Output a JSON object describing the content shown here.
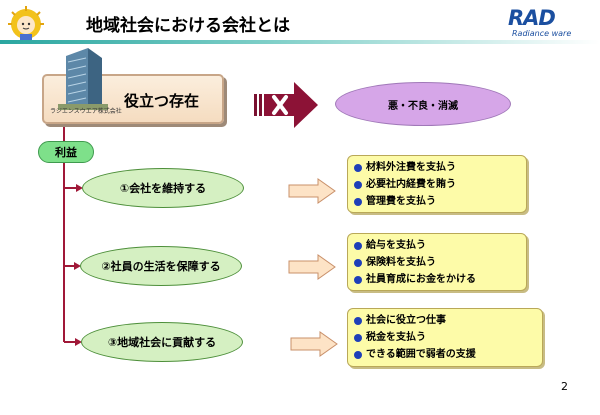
{
  "header": {
    "title": "地域社会における会社とは",
    "logo_main": "RAD",
    "logo_sub": "Radiance ware"
  },
  "company": {
    "name": "ラジエンスウエア株式会社",
    "label": "役立つ存在"
  },
  "result": {
    "label": "悪・不良・消滅"
  },
  "profit": {
    "label": "利益"
  },
  "roles": [
    {
      "label": "①会社を維持する",
      "actions": [
        "材料外注費を支払う",
        "必要社内経費を賄う",
        "管理費を支払う"
      ]
    },
    {
      "label": "②社員の生活を保障する",
      "actions": [
        "給与を支払う",
        "保険料を支払う",
        "社員育成にお金をかける"
      ]
    },
    {
      "label": "③地域社会に貢献する",
      "actions": [
        "社会に役立つ仕事",
        "税金を支払う",
        "できる範囲で弱者の支援"
      ]
    }
  ],
  "page_number": "2",
  "colors": {
    "header_line": "#2aa6a0",
    "logo": "#1b4fa0",
    "result_fill": "#d6a6e8",
    "profit_fill": "#7ee08a",
    "role_fill": "#d5f0c2",
    "action_fill": "#fdfba8",
    "flow_line": "#a01838",
    "bullet": "#1f3fb8"
  },
  "icons": [
    "mascot-sun-icon",
    "building-icon",
    "x-arrow-icon",
    "right-arrow-icon",
    "bullet-dot-icon"
  ]
}
